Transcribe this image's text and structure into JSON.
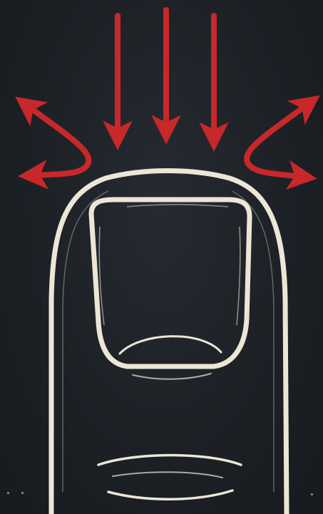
{
  "colors": {
    "background": "#1d2126",
    "outline": "#ece6d6",
    "arrow": "#c8282a"
  },
  "illustration": {
    "subject": "fingertip-with-nail",
    "pressure_arrows": {
      "downward_count": 3,
      "curved_side_count": 2
    }
  }
}
